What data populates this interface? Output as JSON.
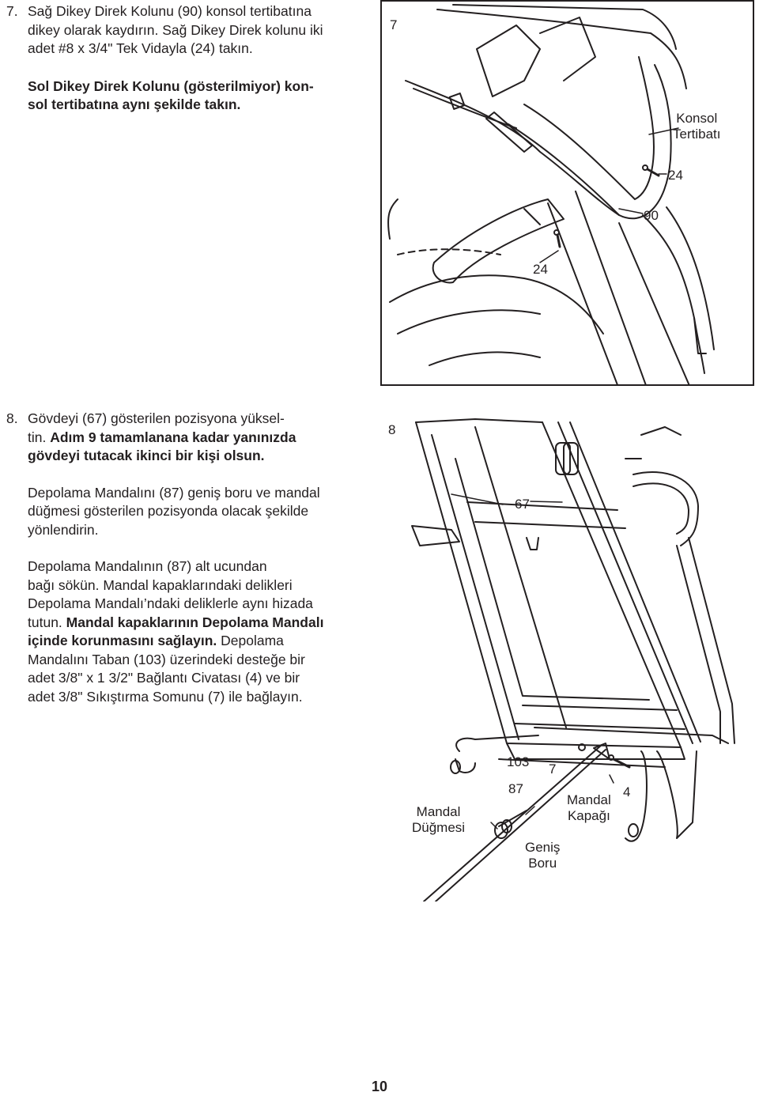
{
  "step7": {
    "number": "7.",
    "line1": "Sağ Dikey Direk Kolunu (90) konsol tertibatına",
    "line2": "dikey olarak kaydırın. Sağ Dikey Direk kolunu iki",
    "line3": "adet #8 x 3/4\" Tek Vidayla (24) takın.",
    "bold1": "Sol Dikey Direk Kolunu (gösterilmiyor) kon-",
    "bold2": "sol tertibatına aynı şekilde takın."
  },
  "step8": {
    "number": "8.",
    "line1": "Gövdeyi (67) gösterilen pozisyona yüksel-",
    "line2_plain": "tin. ",
    "line2_bold": "Adım 9 tamamlanana kadar yanınızda",
    "line3_bold": "gövdeyi tutacak ikinci bir kişi olsun.",
    "p2_line1": "Depolama Mandalını (87) geniş boru ve mandal",
    "p2_line2": "düğmesi gösterilen pozisyonda olacak şekilde",
    "p2_line3": "yönlendirin.",
    "p3_line1": "Depolama Mandalının (87) alt ucundan",
    "p3_line2": "bağı sökün. Mandal kapaklarındaki delikleri",
    "p3_line3": "Depolama Mandalı’ndaki deliklerle aynı hizada",
    "p3_line4_plain": "tutun. ",
    "p3_line4_bold": "Mandal kapaklarının Depolama Mandalı",
    "p3_line5_bold": "içinde korunmasını sağlayın.",
    "p3_line5_plain": " Depolama",
    "p3_line6": "Mandalını Taban (103) üzerindeki desteğe bir",
    "p3_line7": "adet 3/8\" x 1 3/2\" Bağlantı Civatası (4) ve bir",
    "p3_line8": "adet 3/8\" Sıkıştırma Somunu (7) ile bağlayın."
  },
  "figure7": {
    "step_number": "7",
    "label_konsol_1": "Konsol",
    "label_konsol_2": "Tertibatı",
    "label_24_top": "24",
    "label_90": "90",
    "label_24_bottom": "24"
  },
  "figure8": {
    "step_number": "8",
    "label_67": "67",
    "label_103": "103",
    "label_7": "7",
    "label_87": "87",
    "label_mandal_dugmesi_1": "Mandal",
    "label_mandal_dugmesi_2": "Düğmesi",
    "label_mandal_kapagi_1": "Mandal",
    "label_mandal_kapagi_2": "Kapağı",
    "label_4": "4",
    "label_genis_boru_1": "Geniş",
    "label_genis_boru_2": "Boru"
  },
  "page_number": "10"
}
